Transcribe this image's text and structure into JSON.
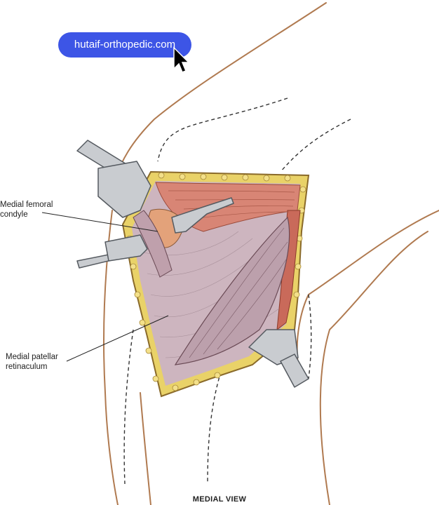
{
  "watermark": {
    "url_text": "hutaif-orthopedic.com"
  },
  "labels": {
    "femoral_line1": "Medial femoral",
    "femoral_line2": "condyle",
    "patellar_line1": "Medial patellar",
    "patellar_line2": "retinaculum"
  },
  "caption": "MEDIAL VIEW",
  "colors": {
    "skin_outline": "#b07a50",
    "fat_border": "#e9d268",
    "muscle": "#d88575",
    "retinaculum": "#cdb5bf",
    "retractor": "#c9ccd0",
    "watermark_bg": "#3d55e6"
  }
}
